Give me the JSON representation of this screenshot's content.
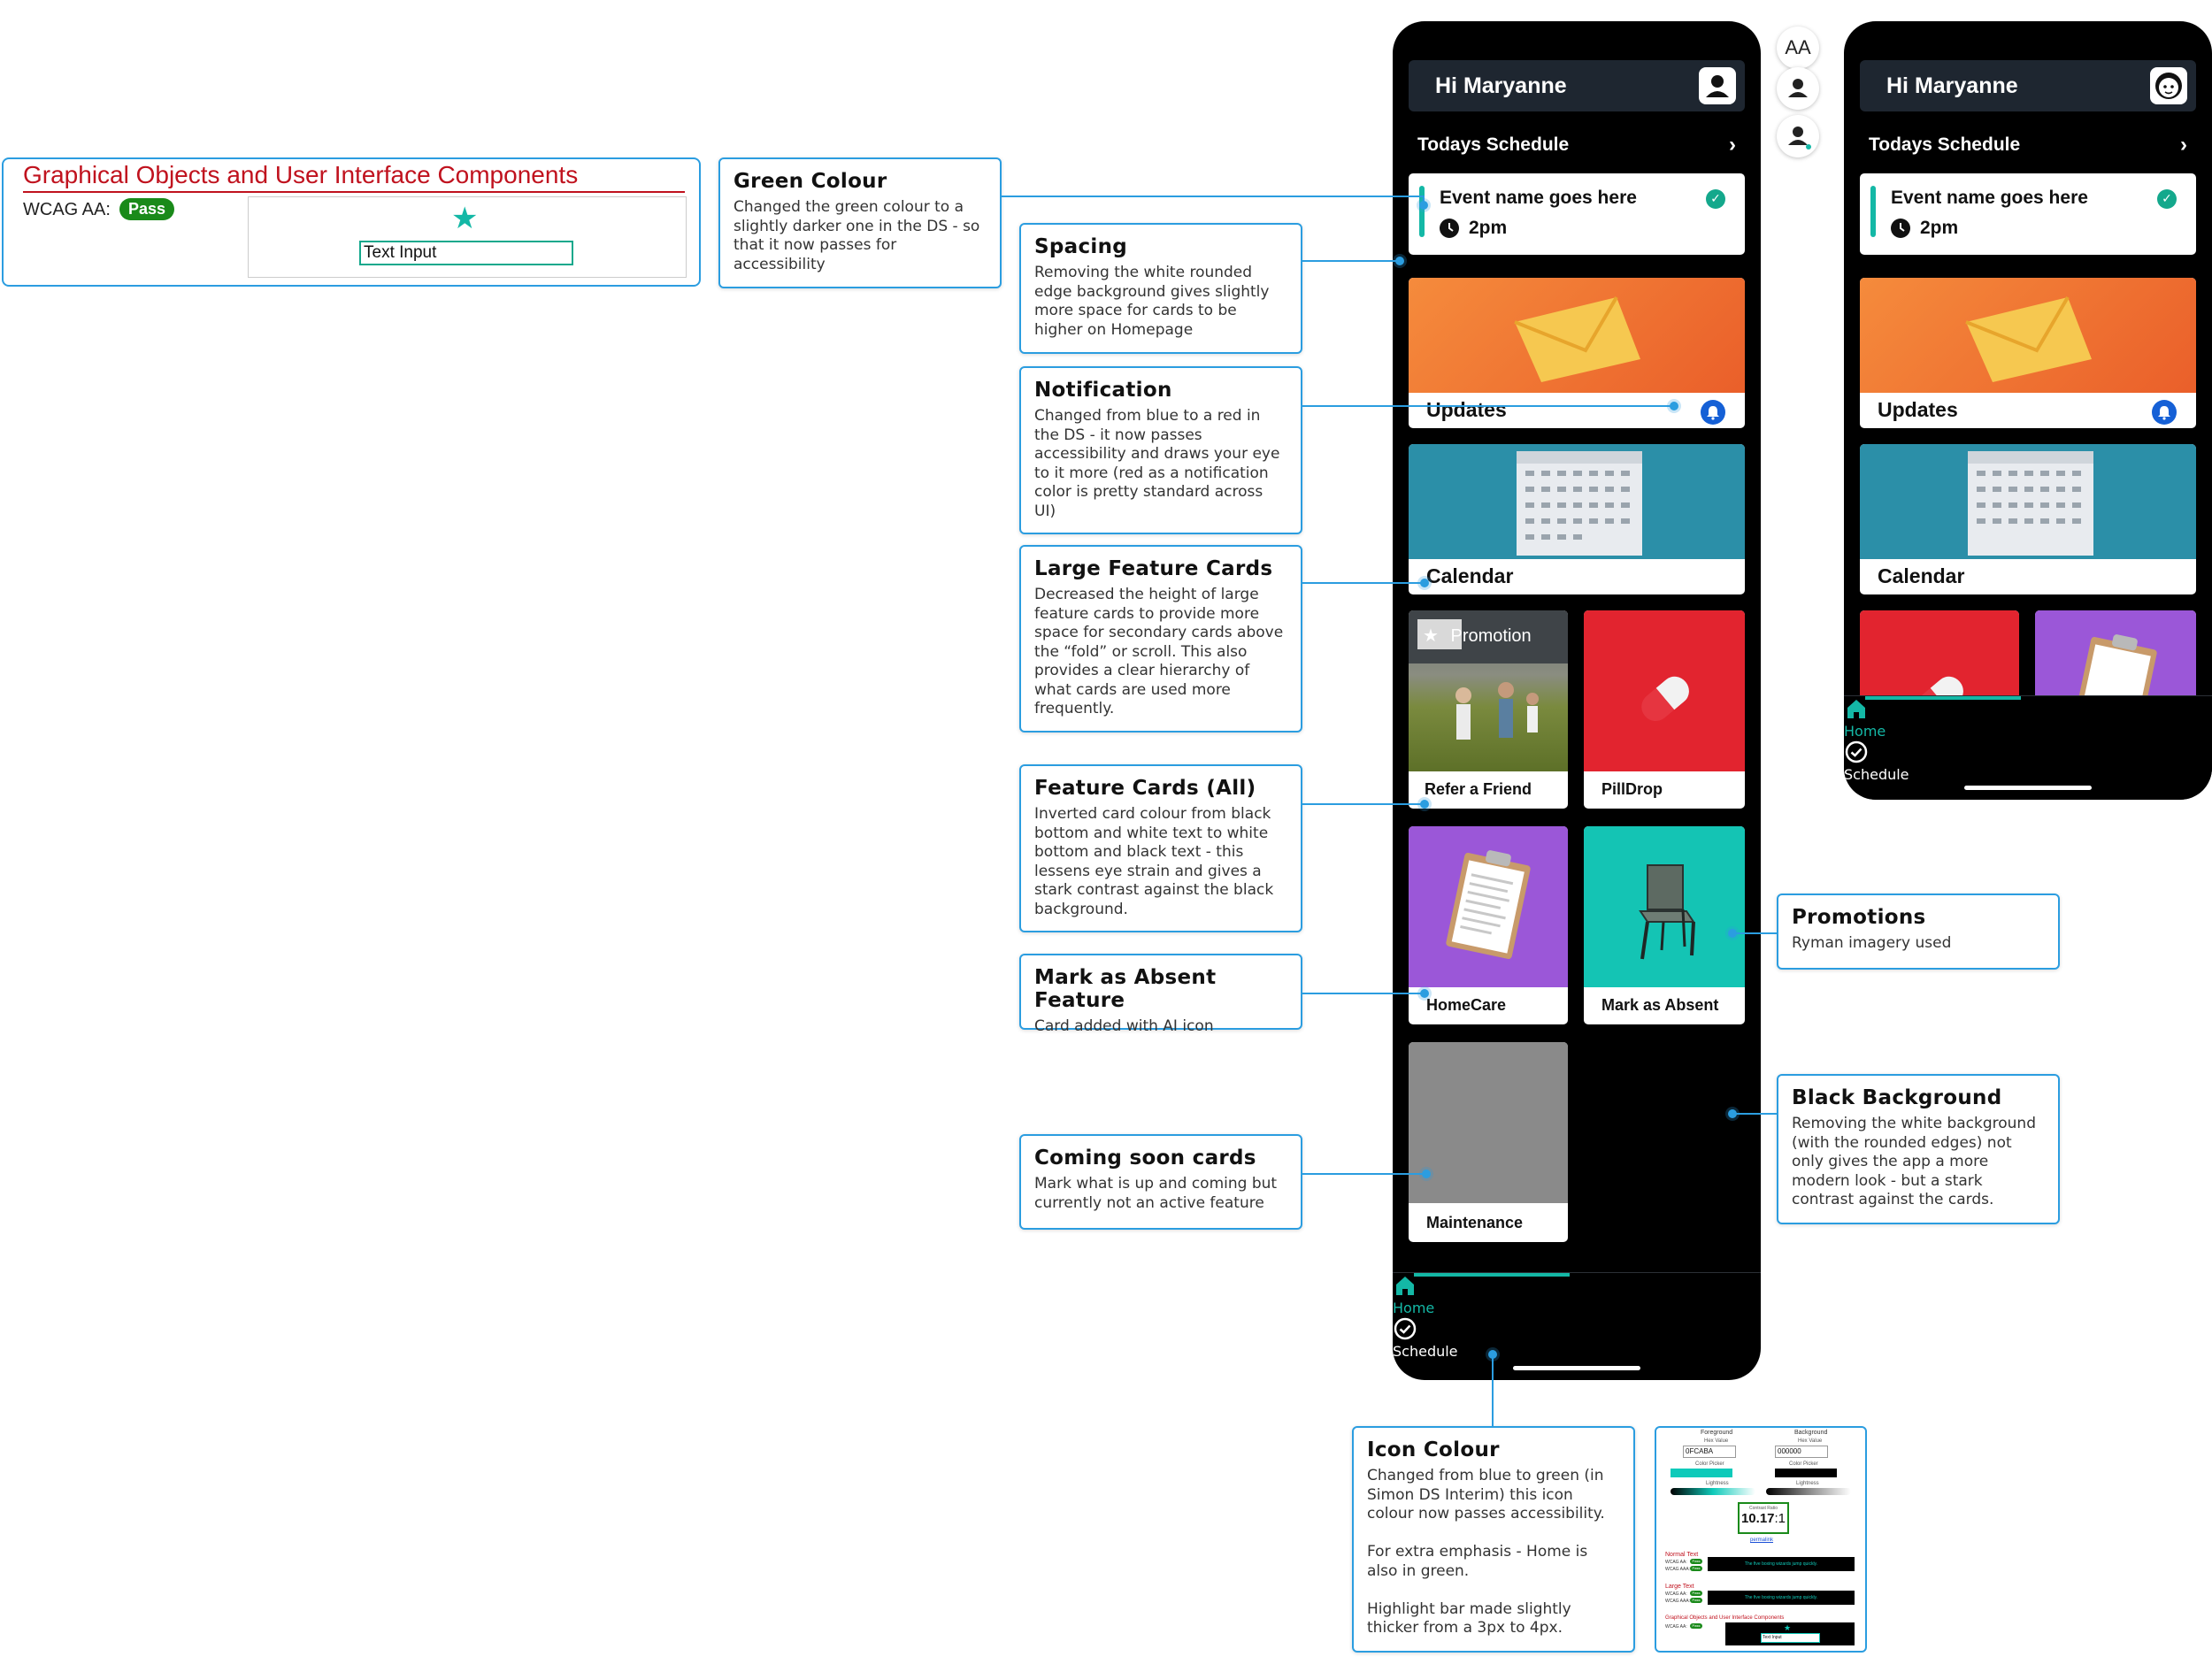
{
  "wcag_panel": {
    "title": "Graphical Objects and User Interface Components",
    "label": "WCAG AA:",
    "badge": "Pass",
    "input_text": "Text Input",
    "title_color": "#c0121e",
    "badge_color": "#1a8a1a"
  },
  "notes": {
    "green": {
      "title": "Green Colour",
      "body": "Changed the green colour to a slightly darker one in the DS - so that it now passes for accessibility"
    },
    "spacing": {
      "title": "Spacing",
      "body": "Removing the white rounded edge background gives slightly more space for cards to be higher on Homepage"
    },
    "notification": {
      "title": "Notification",
      "body": "Changed from blue to a red in the DS - it now passes accessibility and draws your eye to it more (red as a notification color is pretty standard across UI)"
    },
    "large": {
      "title": "Large Feature Cards",
      "body": "Decreased the height of large feature cards to provide more space for secondary cards above the “fold” or scroll. This also provides a clear hierarchy of what cards are used more frequently."
    },
    "feature_all": {
      "title": "Feature Cards (All)",
      "body": "Inverted card colour from black bottom and white text to white bottom and black text - this lessens eye strain and gives a stark contrast against the black background."
    },
    "absent": {
      "title": "Mark as Absent Feature",
      "body": "Card added with AI icon"
    },
    "coming": {
      "title": "Coming soon cards",
      "body": "Mark what is up and coming but currently not an active feature"
    },
    "promotions": {
      "title": "Promotions",
      "body": "Ryman imagery used"
    },
    "black_bg": {
      "title": "Black Background",
      "body": "Removing the white background (with the rounded edges) not only gives the app a more modern look - but a stark contrast against the cards."
    },
    "icon_colour": {
      "title": "Icon Colour",
      "body": "Changed from blue to green (in Simon DS Interim) this icon colour now passes accessibility.\n\nFor extra emphasis - Home is also in green.\n\nHighlight bar made slightly thicker from a 3px to 4px."
    }
  },
  "contrast_checker": {
    "foreground": "Foreground",
    "background": "Background",
    "hex_label": "Hex Value",
    "fg_hex": "0FCABA",
    "bg_hex": "000000",
    "picker_label": "Color Picker",
    "lightness": "Lightness",
    "ratio_label": "Contrast Ratio",
    "ratio": "10.17",
    "ratio_suffix": ":1",
    "permalink": "permalink",
    "normal_text": "Normal Text",
    "large_text": "Large Text",
    "graphical": "Graphical Objects and User Interface Components",
    "wcag_aa": "WCAG AA:",
    "wcag_aaa": "WCAG AAA:",
    "pass": "Pass",
    "sample": "The five boxing wizards jump quickly.",
    "text_input": "Text Input"
  },
  "aa_icon": "AA",
  "phone_main": {
    "greeting": "Hi Maryanne",
    "schedule_title": "Todays Schedule",
    "event_name": "Event name goes here",
    "event_time": "2pm",
    "updates": "Updates",
    "calendar": "Calendar",
    "promotion": "Promotion",
    "refer": "Refer a Friend",
    "pilldrop": "PillDrop",
    "homecare": "HomeCare",
    "absent": "Mark as Absent",
    "maintenance": "Maintenance",
    "nav_home": "Home",
    "nav_schedule": "Schedule"
  },
  "phone_small": {
    "greeting": "Hi Maryanne",
    "schedule_title": "Todays Schedule",
    "event_name": "Event name goes here",
    "event_time": "2pm",
    "updates": "Updates",
    "calendar": "Calendar",
    "nav_home": "Home",
    "nav_schedule": "Schedule"
  },
  "colors": {
    "accent": "#14b8a6",
    "annotation": "#2b9de0",
    "notification": "#1560d6",
    "updates_bg": "#f07a30",
    "calendar_bg": "#2b8fa8",
    "pill_bg": "#e2242f",
    "homecare_bg": "#9b57d8",
    "absent_bg": "#14c4b4",
    "maintenance_bg": "#8a8a8a"
  }
}
